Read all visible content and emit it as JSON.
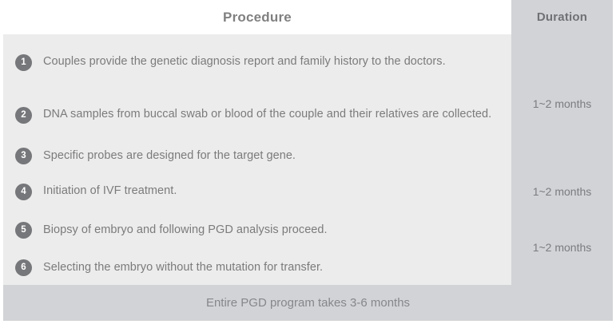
{
  "table": {
    "headers": {
      "procedure": "Procedure",
      "duration": "Duration"
    },
    "rows": [
      {
        "number": "1",
        "text": "Couples provide the genetic diagnosis report and family history to the doctors."
      },
      {
        "number": "2",
        "text": "DNA samples from buccal swab or blood of the couple and their relatives are collected."
      },
      {
        "number": "3",
        "text": "Specific probes are designed for the target gene."
      },
      {
        "number": "4",
        "text": "Initiation of IVF treatment."
      },
      {
        "number": "5",
        "text": "Biopsy of embryo and following PGD analysis proceed."
      },
      {
        "number": "6",
        "text": "Selecting the embryo without the mutation for transfer."
      }
    ],
    "durations": [
      {
        "value": "1~2 months",
        "spans_steps": "1-3"
      },
      {
        "value": "1~2 months",
        "spans_steps": "4"
      },
      {
        "value": "1~2 months",
        "spans_steps": "5-6"
      }
    ],
    "footer": "Entire PGD program takes 3-6 months"
  },
  "colors": {
    "rule": "#4c3f7e",
    "procedure_bg": "#ececec",
    "duration_bg": "#d2d3d6",
    "badge_bg": "#76777a",
    "text": "#7b7b7b",
    "header_text": "#808080"
  }
}
